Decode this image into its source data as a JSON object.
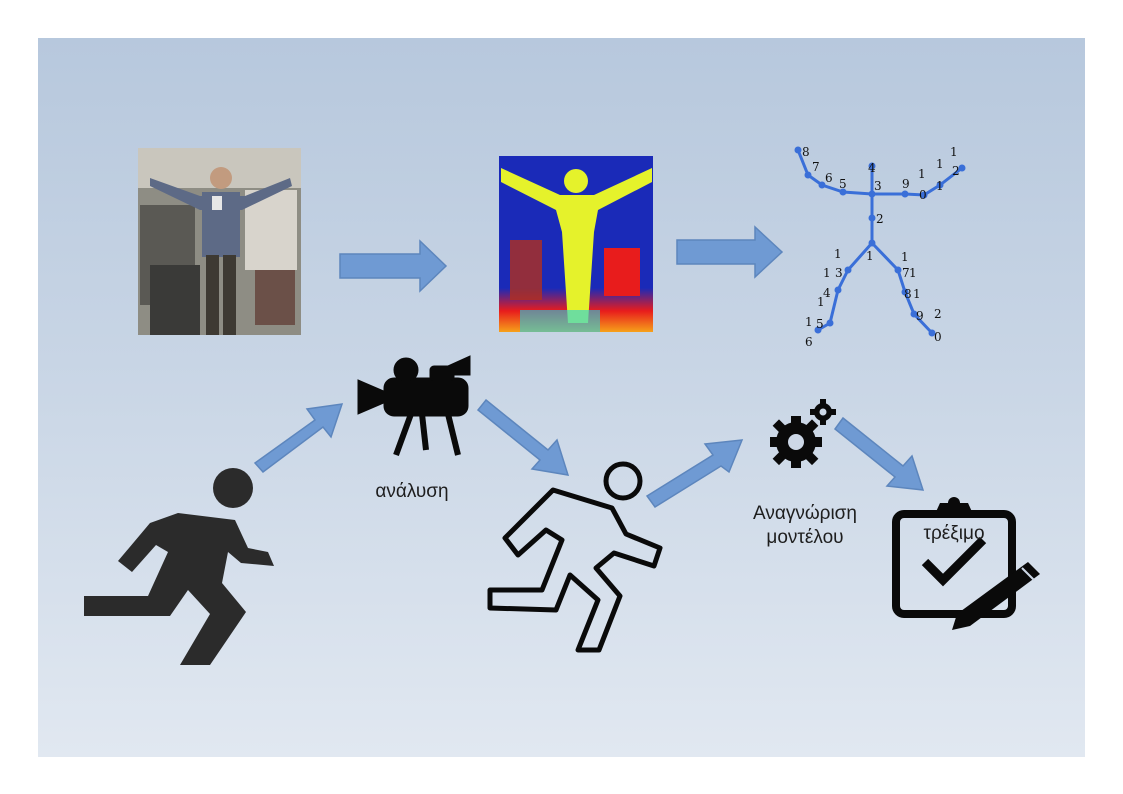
{
  "labels": {
    "analysis": "ανάλυση",
    "recognition_line1": "Αναγνώριση",
    "recognition_line2": "μοντέλου",
    "result": "τρέξιμο"
  },
  "skeleton_numbers": [
    "8",
    "7",
    "6",
    "5",
    "4",
    "3",
    "9",
    "1",
    "1",
    "0",
    "1",
    "2",
    "1",
    "2",
    "1",
    "1",
    "1",
    "3",
    "1",
    "7",
    "1",
    "4",
    "8",
    "1",
    "1",
    "9",
    "2",
    "1",
    "5",
    "6",
    "0"
  ],
  "colors": {
    "arrow": "#6f9ad3",
    "arrow_stroke": "#5d86bd",
    "skeleton": "#3a6fd8",
    "icon": "#0a0a0a",
    "runner_solid": "#2b2b2b"
  },
  "icons": {
    "photo": "person-photo-icon",
    "depth": "depth-map-icon",
    "skeleton": "skeleton-icon",
    "camera": "video-camera-icon",
    "runner_solid": "running-person-solid-icon",
    "runner_outline": "running-person-outline-icon",
    "gears": "gears-icon",
    "clipboard": "clipboard-check-icon"
  }
}
